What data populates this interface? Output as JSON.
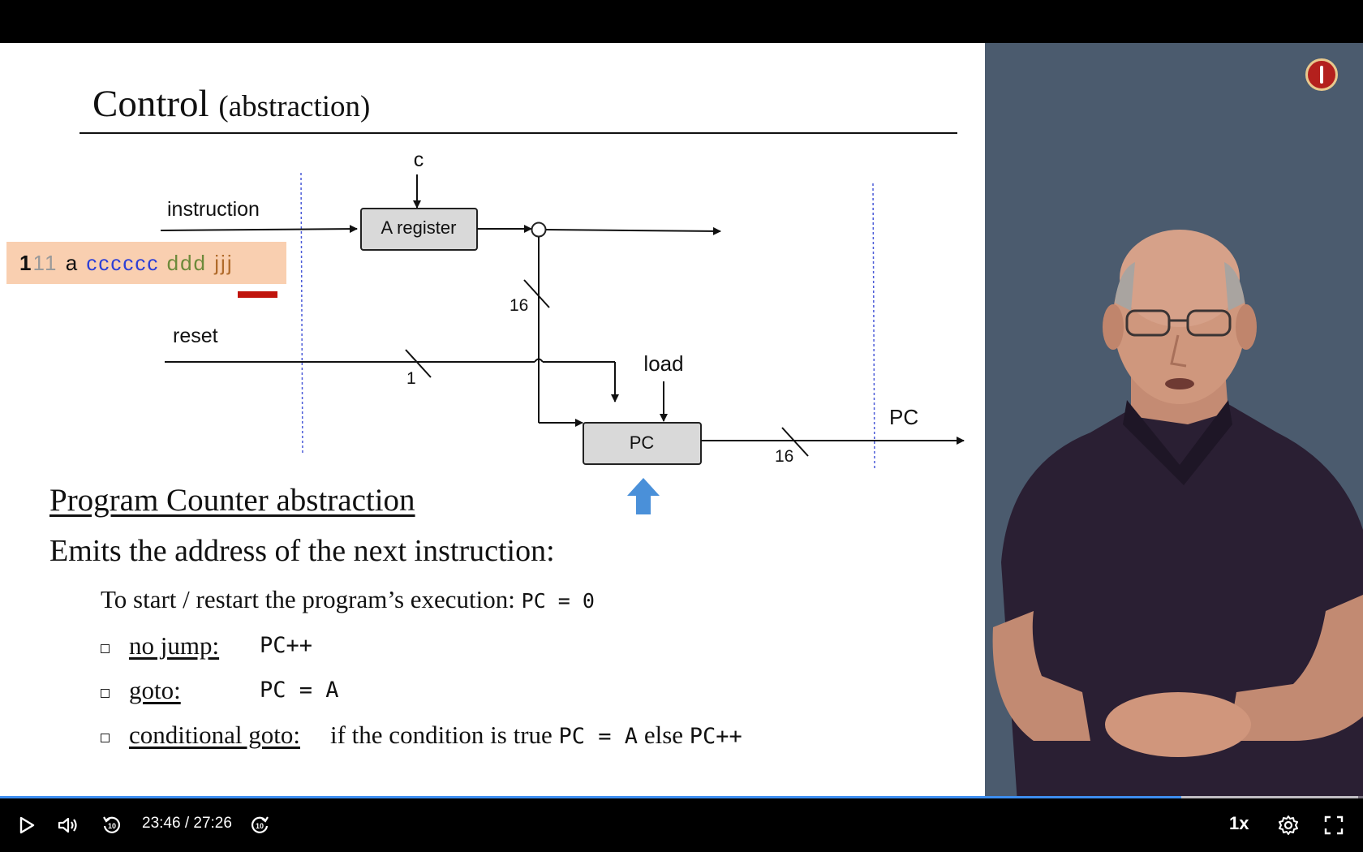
{
  "slide": {
    "title": "Control",
    "title_sub": "(abstraction)",
    "diagram": {
      "label_c": "c",
      "label_instruction": "instruction",
      "a_register_label": "A register",
      "label_reset": "reset",
      "label_load": "load",
      "pc_box_label": "PC",
      "label_pc_out": "PC",
      "bus_16_a": "16",
      "bus_1": "1",
      "bus_16_b": "16"
    },
    "instruction_bits": {
      "b1": "1",
      "b11": "11",
      "a": "a",
      "c": "cccccc",
      "d": "ddd",
      "j": "jjj"
    },
    "pc_heading": "Program Counter abstraction",
    "pc_emit": "Emits the address of the next instruction:",
    "pc_start_text": "To start / restart the program’s execution:",
    "pc_start_code": "PC = 0",
    "bullets": [
      {
        "label": "no jump:",
        "value": "PC++"
      },
      {
        "label": "goto:",
        "value": "PC = A"
      }
    ],
    "cond_label": "conditional goto:",
    "cond_text_1": "if the condition is true",
    "cond_code_1": "PC = A",
    "cond_text_2": "else",
    "cond_code_2": "PC++"
  },
  "player": {
    "time_display": "23:46 / 27:26",
    "speed": "1x",
    "progress_fraction": 0.8664,
    "icons": {
      "play": "play-icon",
      "volume": "volume-icon",
      "rewind": "rewind-10-icon",
      "forward": "forward-10-icon",
      "settings": "gear-icon",
      "fullscreen": "fullscreen-icon"
    },
    "accent_color": "#3d8ef0"
  }
}
